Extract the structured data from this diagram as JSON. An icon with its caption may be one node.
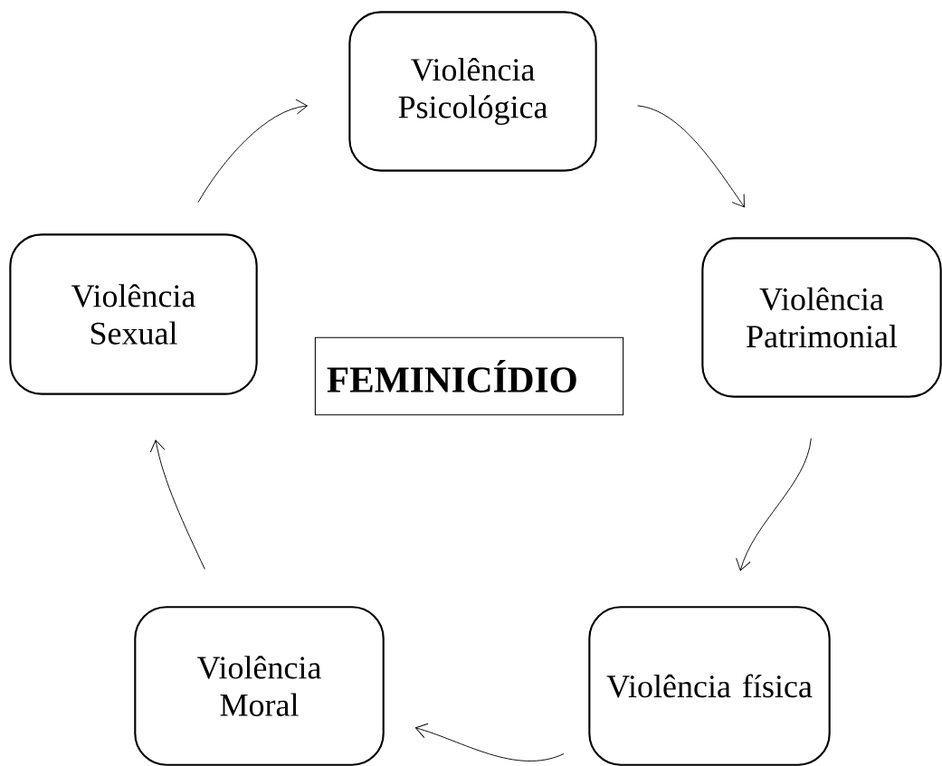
{
  "diagram": {
    "nodes": [
      {
        "text": [
          "Violência Psicológica"
        ]
      },
      {
        "text": [
          "Violência Patrimonial"
        ]
      },
      {
        "text": [
          "Violência física"
        ]
      },
      {
        "text": [
          "Violência Moral"
        ]
      },
      {
        "text": [
          "Violência Sexual"
        ]
      },
      {
        "text": [
          "FEMINICÍDIO"
        ]
      }
    ],
    "edges": [
      {
        "from": 0,
        "to": 1,
        "arrow": "to"
      },
      {
        "from": 1,
        "to": 2,
        "arrow": "to"
      },
      {
        "from": 2,
        "to": 3,
        "arrow": "to"
      },
      {
        "from": 3,
        "to": 4,
        "arrow": "to"
      },
      {
        "from": 4,
        "to": 0,
        "arrow": "to"
      }
    ]
  }
}
